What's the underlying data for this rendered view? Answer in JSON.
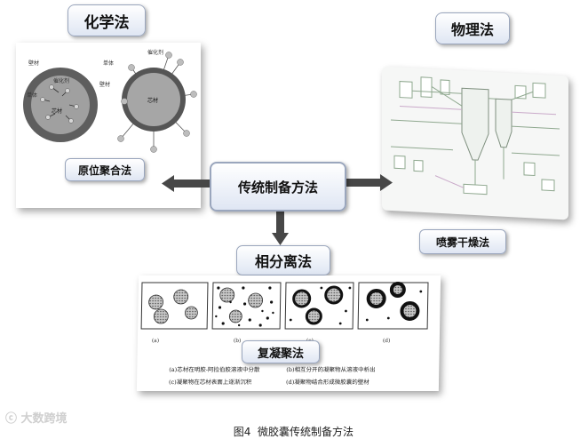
{
  "titles": {
    "chemical": "化学法",
    "physical": "物理法",
    "center": "传统制备方法",
    "phase": "相分离法"
  },
  "sublabels": {
    "in_situ": "原位聚合法",
    "spray": "喷雾干燥法",
    "coacervation": "复凝聚法"
  },
  "chem_diagram": {
    "left": {
      "wall": "壁材",
      "catalyst": "催化剂",
      "monomer": "单体",
      "core": "芯材"
    },
    "right": {
      "monomer": "单体",
      "catalyst": "催化剂",
      "wall": "壁材",
      "core": "芯材"
    }
  },
  "phase_panels": [
    "(a)",
    "(b)",
    "(c)",
    "(d)"
  ],
  "phase_captions": [
    "(a)芯材在明胶-阿拉伯胶溶液中分散",
    "(b)相互分开的凝聚物从溶液中析出",
    "(c)凝聚物在芯材表面上逐渐沉积",
    "(d)凝聚物结合形成微胶囊的壁材"
  ],
  "figure_caption": "图4  微胶囊传统制备方法",
  "watermark": "大数跨境",
  "colors": {
    "arrow": "#474747",
    "shell": "#555555",
    "core": "#9a9a9a",
    "box_border": "#9aa6bd"
  }
}
